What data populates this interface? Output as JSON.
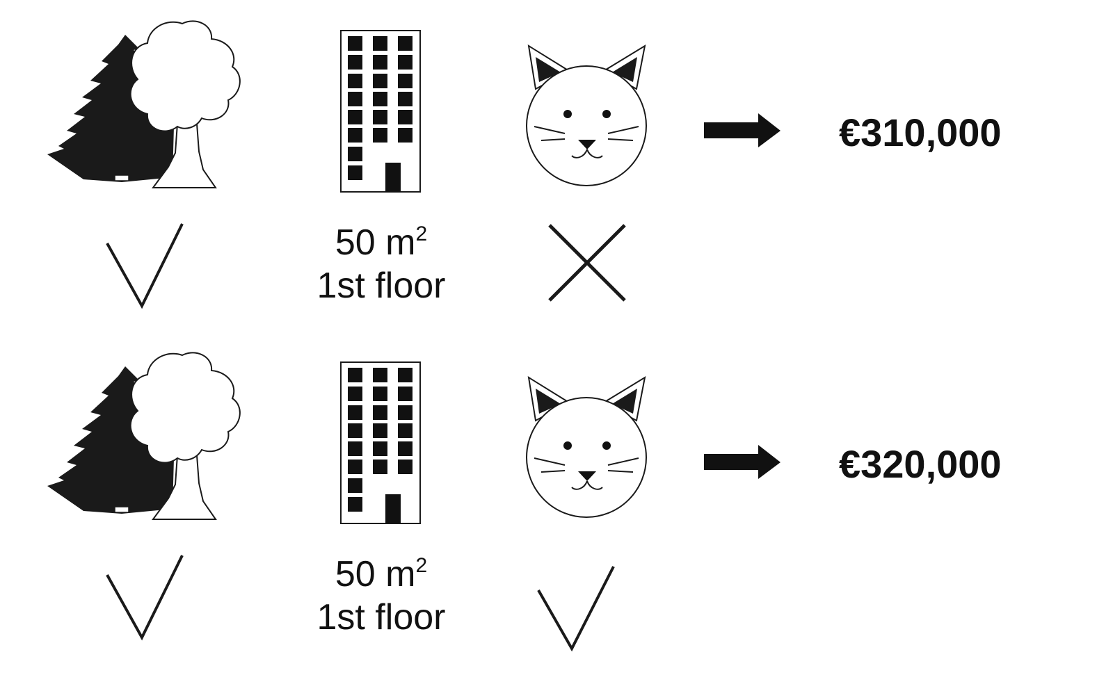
{
  "listings": [
    {
      "area_value": "50 m",
      "area_superscript": "2",
      "floor": "1st floor",
      "nature_mark": "check",
      "pets_mark": "cross",
      "price": "€310,000"
    },
    {
      "area_value": "50 m",
      "area_superscript": "2",
      "floor": "1st floor",
      "nature_mark": "check",
      "pets_mark": "check",
      "price": "€320,000"
    }
  ],
  "icons": {
    "nature": "trees-icon",
    "building": "apartment-building-icon",
    "pets": "cat-icon",
    "result": "right-arrow-icon",
    "yes": "checkmark-icon",
    "no": "x-mark-icon"
  }
}
